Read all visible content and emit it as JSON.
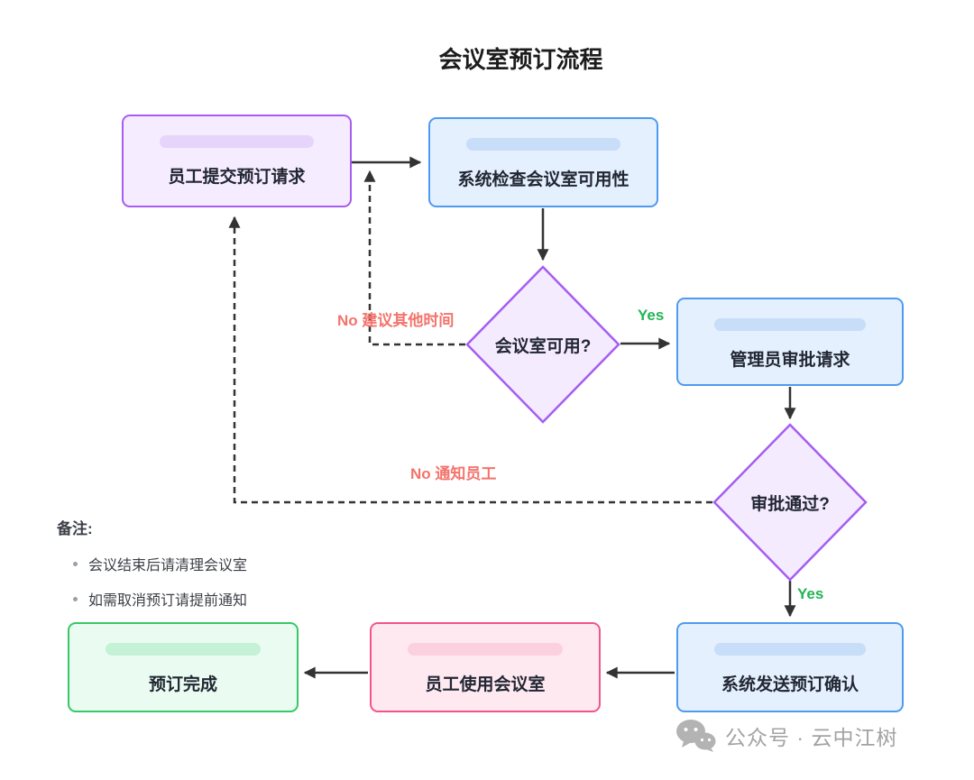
{
  "title": "会议室预订流程",
  "nodes": {
    "submit": {
      "label": "员工提交预订请求"
    },
    "check": {
      "label": "系统检查会议室可用性"
    },
    "available": {
      "label": "会议室可用?"
    },
    "approve": {
      "label": "管理员审批请求"
    },
    "approved": {
      "label": "审批通过?"
    },
    "confirm": {
      "label": "系统发送预订确认"
    },
    "use": {
      "label": "员工使用会议室"
    },
    "done": {
      "label": "预订完成"
    }
  },
  "edges": {
    "yes_available": "Yes",
    "yes_approved": "Yes",
    "no_suggest": "No 建议其他时间",
    "no_notify": "No 通知员工"
  },
  "notes": {
    "heading": "备注:",
    "items": [
      "会议结束后请清理会议室",
      "如需取消预订请提前通知"
    ]
  },
  "watermark": {
    "text": "公众号 · 云中江树"
  },
  "colors": {
    "purple_border": "#a55df2",
    "purple_fill": "#f6ecff",
    "blue_border": "#4d9bf0",
    "blue_fill": "#e4f0fe",
    "pink_border": "#f2558b",
    "pink_fill": "#ffe9f1",
    "green_border": "#36c966",
    "green_fill": "#eafcf1",
    "yes_label": "#22b455",
    "no_label": "#f4736b",
    "arrow": "#333333"
  }
}
